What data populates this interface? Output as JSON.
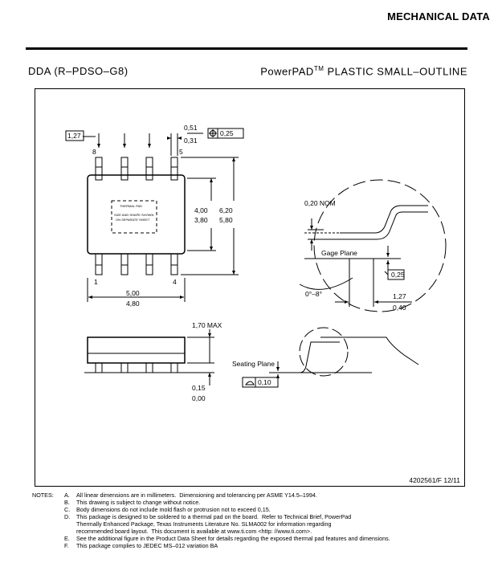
{
  "header": {
    "title": "MECHANICAL DATA"
  },
  "package": {
    "code": "DDA (R–PDSO–G8)",
    "name_prefix": "PowerPAD",
    "name_tm": "TM",
    "name_suffix": " PLASTIC SMALL–OUTLINE"
  },
  "drawing": {
    "pitch": "1,27",
    "lead_width_max": "0,51",
    "lead_width_min": "0,31",
    "position_tol": "0,25",
    "pin8": "8",
    "pin5": "5",
    "pin1": "1",
    "pin4": "4",
    "thermal_pad_1": "THERMAL PAD",
    "thermal_pad_2": "SIZE AND SHAPE SHOWN",
    "thermal_pad_3": "ON SEPARATE SHEET",
    "body_width_max": "4,00",
    "body_width_min": "3,80",
    "total_width_max": "6,20",
    "total_width_min": "5,80",
    "body_length_max": "5,00",
    "body_length_min": "4,80",
    "lead_thickness": "0,20 NOM",
    "gage_plane": "Gage Plane",
    "gage_value": "0,25",
    "angle": "0°–8°",
    "foot_max": "1,27",
    "foot_min": "0,40",
    "height_max": "1,70 MAX",
    "standoff_max": "0,15",
    "standoff_min": "0,00",
    "seating_plane": "Seating Plane",
    "coplanarity": "0,10"
  },
  "doc_ref": "4202561/F 12/11",
  "notes": {
    "label": "NOTES:",
    "items": [
      {
        "letter": "A.",
        "text": "All linear dimensions are in millimeters.  Dimensioning and tolerancing per ASME Y14.5–1994."
      },
      {
        "letter": "B.",
        "text": "This drawing is subject to change without notice."
      },
      {
        "letter": "C.",
        "text": "Body dimensions do not include mold flash or protrusion not to exceed 0,15."
      },
      {
        "letter": "D.",
        "text": "This package is designed to be soldered to a thermal pad on the board.  Refer to Technical Brief, PowerPad\nThermally Enhanced Package, Texas Instruments Literature No. SLMA002 for information regarding\nrecommended board layout.  This document is available at www.ti.com <http: //www.ti.com>."
      },
      {
        "letter": "E.",
        "text": "See the additional figure in the Product Data Sheet for details regarding the exposed thermal pad features and dimensions."
      },
      {
        "letter": "F.",
        "text": "This package complies to JEDEC MS–012 variation BA"
      }
    ]
  }
}
